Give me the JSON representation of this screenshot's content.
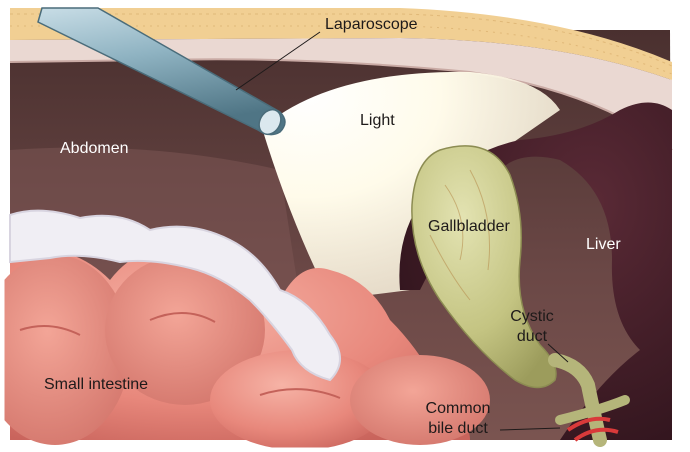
{
  "labels": {
    "laparoscope": "Laparoscope",
    "light": "Light",
    "abdomen": "Abdomen",
    "gallbladder": "Gallbladder",
    "liver": "Liver",
    "cystic_duct_line1": "Cystic",
    "cystic_duct_line2": "duct",
    "small_intestine": "Small intestine",
    "common_bile_duct_line1": "Common",
    "common_bile_duct_line2": "bile duct"
  },
  "colors": {
    "abdominal_cavity": "#5a3d3c",
    "abdominal_wall": "#e8d6d0",
    "fat_layer": "#f3cf92",
    "liver": "#3b1b24",
    "gallbladder": "#c9c98a",
    "intestine": "#e88a80",
    "omentum": "#f0eef4",
    "laparoscope": "#8fb3c2",
    "light_beam": "#fffbe6"
  }
}
